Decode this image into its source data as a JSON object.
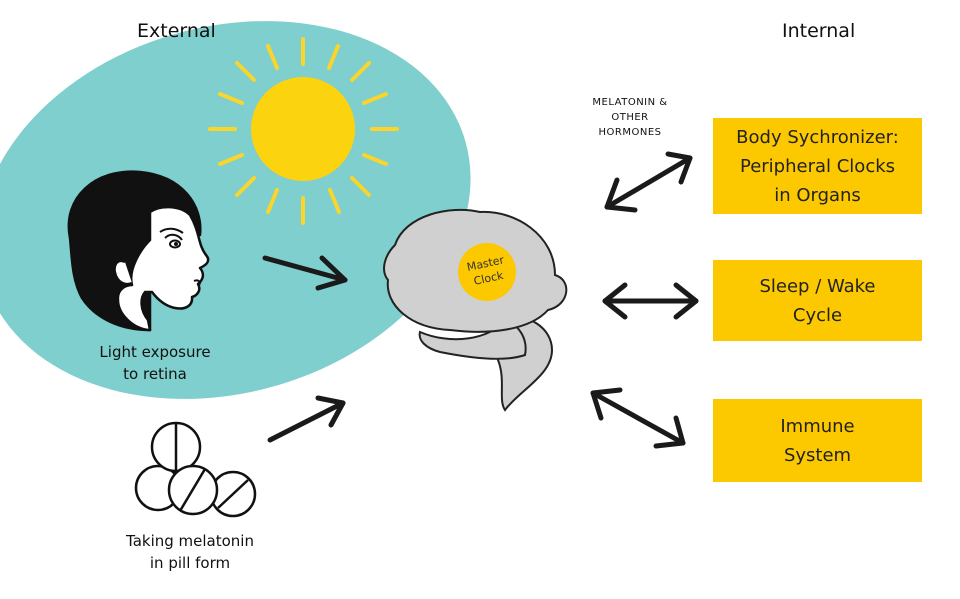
{
  "columns": {
    "external": "External",
    "internal": "Internal"
  },
  "external_inputs": {
    "light": "Light exposure to retina",
    "light_lines": [
      "Light exposure",
      "to retina"
    ],
    "melatonin_pill_lines": [
      "Taking melatonin",
      "in pill form"
    ]
  },
  "brain": {
    "clock_lines": [
      "Master",
      "Clock"
    ]
  },
  "signal_label_lines": [
    "MELATONIN &",
    "OTHER",
    "HORMONES"
  ],
  "outputs": [
    {
      "lines": [
        "Body Sychronizer:",
        "Peripheral Clocks",
        "in Organs"
      ]
    },
    {
      "lines": [
        "Sleep / Wake",
        "Cycle"
      ]
    },
    {
      "lines": [
        "Immune",
        "System"
      ]
    }
  ],
  "colors": {
    "teal": "#7ecfcd",
    "sun": "#fcd30f",
    "sun_ray": "#fbd52a",
    "box": "#fcc800",
    "brain": "#d0d0d0",
    "arrow": "#1a1a1a"
  },
  "icons": [
    "sun-icon",
    "face-icon",
    "pills-icon",
    "brain-icon"
  ]
}
